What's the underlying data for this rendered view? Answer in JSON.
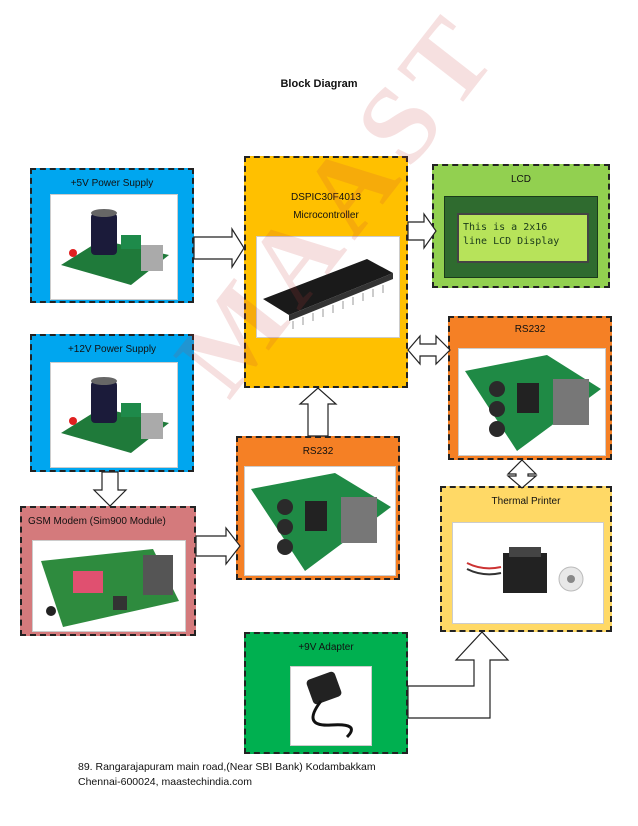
{
  "title": "Block Diagram",
  "blocks": {
    "psu5": {
      "label": "+5V Power Supply",
      "color": "#00a6ef"
    },
    "psu12": {
      "label": "+12V Power Supply",
      "color": "#00a6ef"
    },
    "gsm": {
      "label": "GSM Modem (Sim900 Module)",
      "color": "#d47a7c"
    },
    "mcu": {
      "label_line1": "DSPIC30F4013",
      "label_line2": "Microcontroller",
      "color": "#ffc000"
    },
    "rs232_mid": {
      "label": "RS232",
      "color": "#f58025"
    },
    "lcd": {
      "label": "LCD",
      "color": "#92d050",
      "screen_line1": "This is a 2x16",
      "screen_line2": "line LCD Display"
    },
    "rs232_right": {
      "label": "RS232",
      "color": "#f58025"
    },
    "printer": {
      "label": "Thermal Printer",
      "color": "#ffd966"
    },
    "adapter": {
      "label": "+9V Adapter",
      "color": "#00b050"
    }
  },
  "footer": {
    "line1": "89. Rangarajapuram main road,(Near SBI Bank) Kodambakkam",
    "line2": "Chennai-600024, maastechindia.com"
  }
}
